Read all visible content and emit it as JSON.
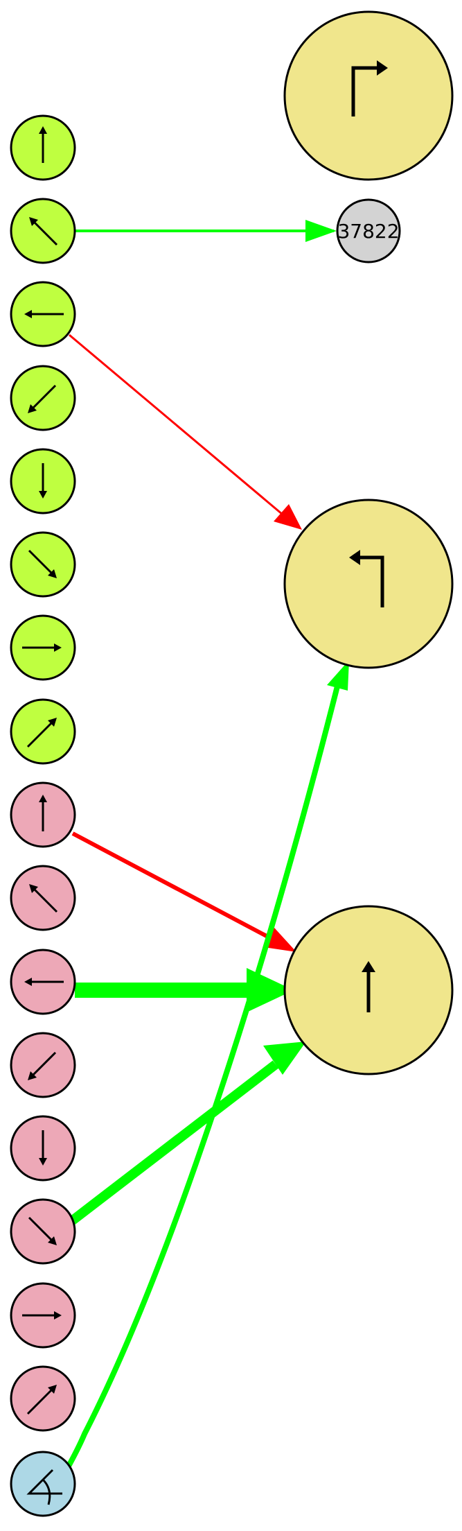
{
  "colors": {
    "background": "#ffffff",
    "green_node": "#bfff40",
    "pink_node": "#eda8b7",
    "blue_node": "#add8e6",
    "big_node": "#f0e68c",
    "gray_node": "#d3d3d3",
    "edge_green": "#00ff00",
    "edge_red": "#ff0000",
    "outline": "#000000"
  },
  "nodes": {
    "green_up": {
      "icon": "arrow-up-icon"
    },
    "green_up_left": {
      "icon": "arrow-up-left-icon"
    },
    "green_left": {
      "icon": "arrow-left-icon"
    },
    "green_down_left": {
      "icon": "arrow-down-left-icon"
    },
    "green_down": {
      "icon": "arrow-down-icon"
    },
    "green_down_right": {
      "icon": "arrow-down-right-icon"
    },
    "green_right": {
      "icon": "arrow-right-icon"
    },
    "green_up_right": {
      "icon": "arrow-up-right-icon"
    },
    "pink_up": {
      "icon": "arrow-up-icon"
    },
    "pink_up_left": {
      "icon": "arrow-up-left-icon"
    },
    "pink_left": {
      "icon": "arrow-left-icon"
    },
    "pink_down_left": {
      "icon": "arrow-down-left-icon"
    },
    "pink_down": {
      "icon": "arrow-down-icon"
    },
    "pink_down_right": {
      "icon": "arrow-down-right-icon"
    },
    "pink_right": {
      "icon": "arrow-right-icon"
    },
    "pink_up_right": {
      "icon": "arrow-up-right-icon"
    },
    "blue_angle": {
      "icon": "angle-icon"
    },
    "big_turn_right": {
      "icon": "turn-right-icon"
    },
    "big_turn_left": {
      "icon": "turn-left-icon"
    },
    "big_up": {
      "icon": "arrow-up-icon"
    },
    "counter": {
      "label": "37822"
    }
  },
  "edges": [
    {
      "from": "green_up_left",
      "to": "counter",
      "color": "edge_green"
    },
    {
      "from": "green_left",
      "to": "big_turn_left",
      "color": "edge_red"
    },
    {
      "from": "pink_up",
      "to": "big_up",
      "color": "edge_red"
    },
    {
      "from": "pink_left",
      "to": "big_up",
      "color": "edge_green"
    },
    {
      "from": "pink_down_right",
      "to": "big_up",
      "color": "edge_green"
    },
    {
      "from": "blue_angle",
      "to": "big_turn_left",
      "color": "edge_green"
    }
  ]
}
